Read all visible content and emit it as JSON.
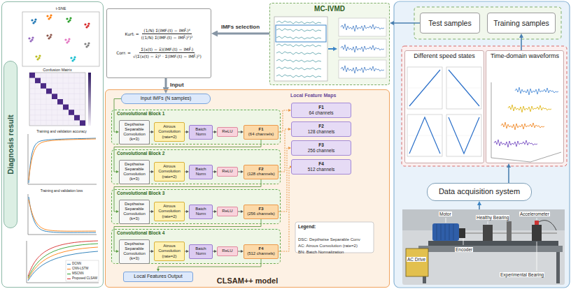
{
  "diagram": {
    "nodes": [
      {
        "text": [
          "Diagnosis result"
        ]
      },
      {
        "text": [
          "Kurtᵢ =",
          "(1/N) Σ(IMFᵢ(t) − IMF̄ᵢ)⁴",
          "((1/N) Σ(IMFᵢ(t) − IMF̄ᵢ)²)²",
          "Corrᵢ =",
          "Σ(x(t) − x̄)(IMFᵢ(t) − IMF̄ᵢ)",
          "√(Σ(x(t) − x̄)² · Σ(IMFᵢ(t) − IMF̄ᵢ)²)"
        ]
      },
      {
        "text": [
          "MC-IVMD"
        ]
      },
      {
        "text": [
          "Test samples"
        ]
      },
      {
        "text": [
          "Training samples"
        ]
      },
      {
        "text": [
          "Different speed states"
        ]
      },
      {
        "text": [
          "Time-domain waveforms"
        ]
      },
      {
        "text": [
          "Data acquisition system"
        ]
      },
      {
        "text": [
          "CLSAM++ model"
        ]
      },
      {
        "text": [
          "Input IMFs (N samples)"
        ],
        "in": 8
      },
      {
        "text": [
          "Convolutional Block 1"
        ],
        "in": 8
      },
      {
        "text": [
          "Depthwise Separable Convolution (k=3)"
        ],
        "in": 10
      },
      {
        "text": [
          "Atrous Convolution (rate=2)"
        ],
        "in": 10
      },
      {
        "text": [
          "Batch Norm"
        ],
        "in": 10
      },
      {
        "text": [
          "ReLU"
        ],
        "in": 10
      },
      {
        "text": [
          "F1",
          "(64 channels)"
        ],
        "in": 10
      },
      {
        "text": [
          "Convolutional Block 2"
        ],
        "in": 8
      },
      {
        "text": [
          "Depthwise Separable Convolution (k=3)"
        ],
        "in": 16
      },
      {
        "text": [
          "Atrous Convolution (rate=2)"
        ],
        "in": 16
      },
      {
        "text": [
          "Batch Norm"
        ],
        "in": 16
      },
      {
        "text": [
          "ReLU"
        ],
        "in": 16
      },
      {
        "text": [
          "F2",
          "(128 channels)"
        ],
        "in": 16
      },
      {
        "text": [
          "Convolutional Block 3"
        ],
        "in": 8
      },
      {
        "text": [
          "Depthwise Separable Convolution (k=3)"
        ],
        "in": 22
      },
      {
        "text": [
          "Atrous Convolution (rate=2)"
        ],
        "in": 22
      },
      {
        "text": [
          "Batch Norm"
        ],
        "in": 22
      },
      {
        "text": [
          "ReLU"
        ],
        "in": 22
      },
      {
        "text": [
          "F3",
          "(256 channels)"
        ],
        "in": 22
      },
      {
        "text": [
          "Convolutional Block 4"
        ],
        "in": 8
      },
      {
        "text": [
          "Depthwise Separable Convolution (k=3)"
        ],
        "in": 28
      },
      {
        "text": [
          "Atrous Convolution (rate=2)"
        ],
        "in": 28
      },
      {
        "text": [
          "Batch Norm"
        ],
        "in": 28
      },
      {
        "text": [
          "ReLU"
        ],
        "in": 28
      },
      {
        "text": [
          "F4",
          "(512 channels)"
        ],
        "in": 28
      },
      {
        "text": [
          "Local Features Output"
        ],
        "in": 8
      },
      {
        "text": [
          "F1",
          "64 channels"
        ],
        "in": 8
      },
      {
        "text": [
          "F2",
          "128 channels"
        ],
        "in": 8
      },
      {
        "text": [
          "F3",
          "256 channels"
        ],
        "in": 8
      },
      {
        "text": [
          "F4",
          "512 channels"
        ],
        "in": 8
      }
    ],
    "edges": [
      {
        "from": 2,
        "to": 1,
        "label": "IMFs selection",
        "arrow": "to"
      },
      {
        "from": 1,
        "to": 9,
        "label": "Input",
        "arrow": "to"
      },
      {
        "from": 3,
        "to": 2,
        "arrow": "to"
      },
      {
        "from": 6,
        "to": 4,
        "arrow": "to"
      },
      {
        "from": 7,
        "to": 6,
        "arrow": "to"
      },
      {
        "from": 9,
        "to": 11,
        "arrow": "to"
      },
      {
        "from": 11,
        "to": 12,
        "arrow": "to"
      },
      {
        "from": 12,
        "to": 13,
        "arrow": "to"
      },
      {
        "from": 13,
        "to": 14,
        "arrow": "to"
      },
      {
        "from": 14,
        "to": 15,
        "arrow": "to"
      },
      {
        "from": 15,
        "to": 35,
        "arrow": "to"
      },
      {
        "from": 15,
        "to": 17,
        "arrow": "to"
      },
      {
        "from": 17,
        "to": 18,
        "arrow": "to"
      },
      {
        "from": 18,
        "to": 19,
        "arrow": "to"
      },
      {
        "from": 19,
        "to": 20,
        "arrow": "to"
      },
      {
        "from": 20,
        "to": 21,
        "arrow": "to"
      },
      {
        "from": 21,
        "to": 36,
        "arrow": "to"
      },
      {
        "from": 21,
        "to": 23,
        "arrow": "to"
      },
      {
        "from": 23,
        "to": 24,
        "arrow": "to"
      },
      {
        "from": 24,
        "to": 25,
        "arrow": "to"
      },
      {
        "from": 25,
        "to": 26,
        "arrow": "to"
      },
      {
        "from": 26,
        "to": 27,
        "arrow": "to"
      },
      {
        "from": 27,
        "to": 37,
        "arrow": "to"
      },
      {
        "from": 27,
        "to": 29,
        "arrow": "to"
      },
      {
        "from": 29,
        "to": 30,
        "arrow": "to"
      },
      {
        "from": 30,
        "to": 31,
        "arrow": "to"
      },
      {
        "from": 31,
        "to": 32,
        "arrow": "to"
      },
      {
        "from": 32,
        "to": 33,
        "arrow": "to"
      },
      {
        "from": 33,
        "to": 38,
        "arrow": "to"
      },
      {
        "from": 33,
        "to": 34,
        "arrow": "to"
      }
    ],
    "labels": [
      "t-SNE",
      "Confusion Matrix",
      "Training and validation accuracy",
      "Training and validation loss",
      "DCNN",
      "CNN-LSTM",
      "MSCNN",
      "Proposed CLSAM",
      "Local Feature Maps",
      "Legend:",
      "Motor",
      "Healthy Bearing",
      "Encoder",
      "Accelerometer",
      "AC Drive",
      "Experimental Bearing"
    ],
    "legend": [
      {
        "text": "DSC: Depthwise Separable Conv"
      },
      {
        "text": "AC: Atrous Convolution (rate=2)"
      },
      {
        "text": "BN: Batch Normalization"
      }
    ]
  }
}
